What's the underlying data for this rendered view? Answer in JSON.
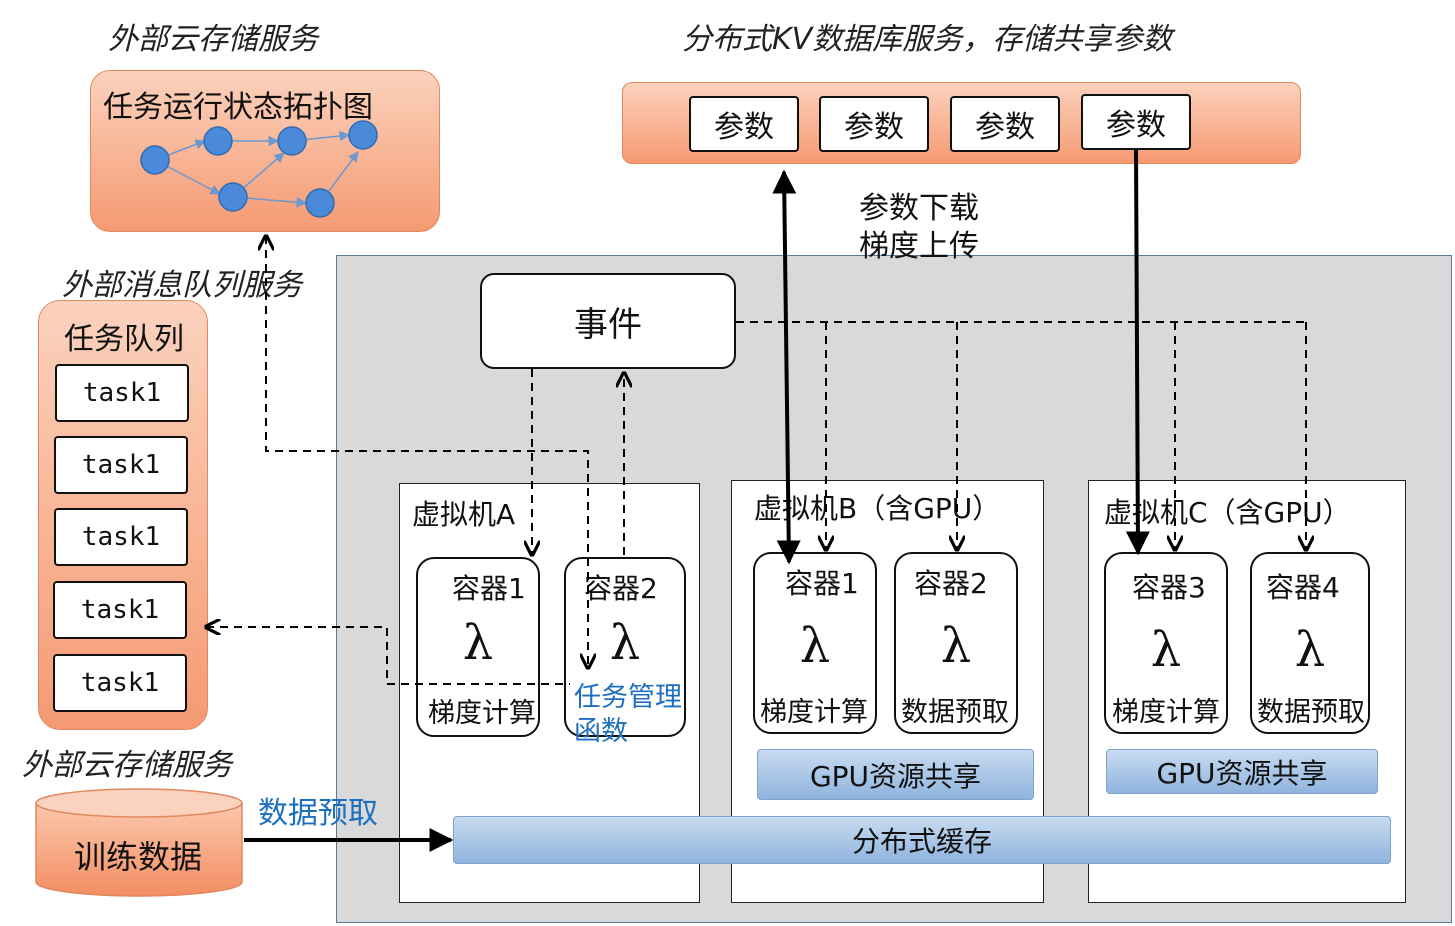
{
  "top_left": {
    "label": "外部云存储服务",
    "box_title": "任务运行状态拓扑图"
  },
  "top_right": {
    "label": "分布式KV数据库服务，存储共享参数",
    "params": [
      "参数",
      "参数",
      "参数",
      "参数"
    ]
  },
  "param_note": {
    "line1": "参数下载",
    "line2": "梯度上传"
  },
  "mq": {
    "label": "外部消息队列服务",
    "title": "任务队列",
    "tasks": [
      "task1",
      "task1",
      "task1",
      "task1",
      "task1"
    ]
  },
  "storage": {
    "label": "外部云存储服务",
    "cylinder": "训练数据",
    "prefetch": "数据预取"
  },
  "event": "事件",
  "vm_a": {
    "title": "虚拟机A",
    "c1": {
      "name": "容器1",
      "lambda": "λ",
      "task": "梯度计算"
    },
    "c2": {
      "name": "容器2",
      "lambda": "λ",
      "task_line1": "任务管理",
      "task_line2": "函数"
    }
  },
  "vm_b": {
    "title": "虚拟机B（含GPU）",
    "c1": {
      "name": "容器1",
      "lambda": "λ",
      "task": "梯度计算"
    },
    "c2": {
      "name": "容器2",
      "lambda": "λ",
      "task": "数据预取"
    },
    "gpu": "GPU资源共享"
  },
  "vm_c": {
    "title": "虚拟机C（含GPU）",
    "c3": {
      "name": "容器3",
      "lambda": "λ",
      "task": "梯度计算"
    },
    "c4": {
      "name": "容器4",
      "lambda": "λ",
      "task": "数据预取"
    },
    "gpu": "GPU资源共享"
  },
  "cache": "分布式缓存",
  "colors": {
    "orange_light": "#fbd2bd",
    "orange_dark": "#f59a72",
    "node_blue": "#4a8ad8",
    "gray_bg": "#d9d9d9",
    "blue_text": "#1f6fc0"
  }
}
